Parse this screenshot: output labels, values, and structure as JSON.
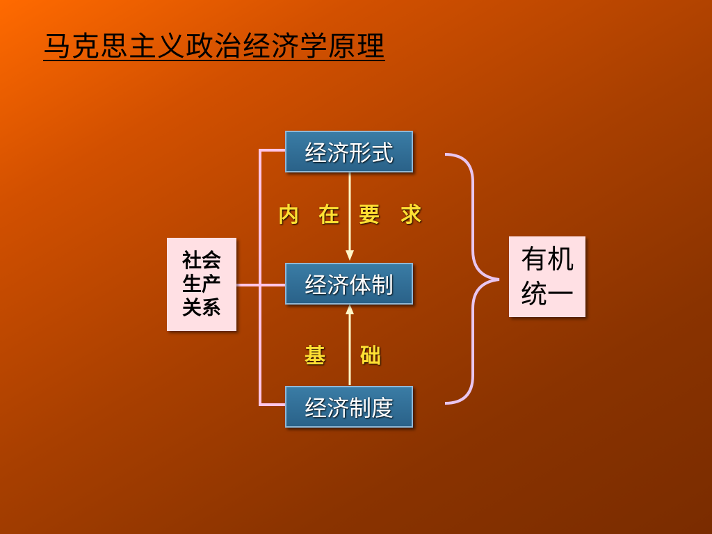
{
  "title": "马克思主义政治经济学原理",
  "diagram": {
    "left": [
      "社会",
      "生产",
      "关系"
    ],
    "boxes": {
      "form": "经济形式",
      "system": "经济体制",
      "institution": "经济制度"
    },
    "top_relation": [
      "内",
      "在",
      "要",
      "求"
    ],
    "bottom_relation": [
      "基",
      "础"
    ],
    "right": [
      "有机",
      "统一"
    ]
  },
  "colors": {
    "blue_box": "#3a7ca5",
    "pink_box": "#ffe0e4",
    "connector": "#ffc6e8",
    "label": "#ffe033"
  }
}
